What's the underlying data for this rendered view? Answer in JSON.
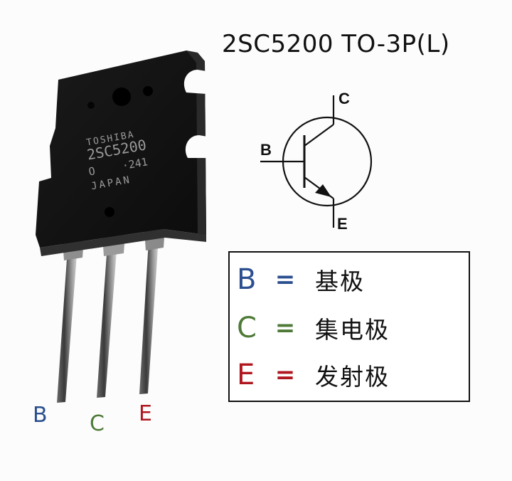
{
  "title": "2SC5200 TO-3P(L)",
  "package_markings": {
    "brand": "TOSHIBA",
    "part": "2SC5200",
    "line3_left": "O",
    "line3_right": "·241",
    "country": "JAPAN"
  },
  "pin_labels": [
    {
      "letter": "B",
      "color": "#2b4f8f"
    },
    {
      "letter": "C",
      "color": "#4e7a37"
    },
    {
      "letter": "E",
      "color": "#b0161e"
    }
  ],
  "symbol": {
    "type": "NPN transistor",
    "collector_label": "C",
    "base_label": "B",
    "emitter_label": "E"
  },
  "legend": [
    {
      "letter": "B",
      "equals": "=",
      "meaning": "基极",
      "color": "#2b4f8f"
    },
    {
      "letter": "C",
      "equals": "=",
      "meaning": "集电极",
      "color": "#4e7a37"
    },
    {
      "letter": "E",
      "equals": "=",
      "meaning": "发射极",
      "color": "#b0161e"
    }
  ]
}
